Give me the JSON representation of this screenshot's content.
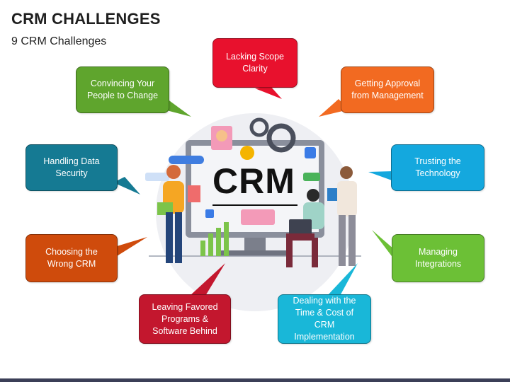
{
  "title": "CRM CHALLENGES",
  "subtitle": "9 CRM Challenges",
  "center_label": "CRM",
  "colors": {
    "green": "#5fa52d",
    "red": "#e8112d",
    "orange": "#f26a21",
    "teal_dark": "#157a93",
    "blue_light": "#14a8de",
    "orange_dark": "#cf4b0c",
    "crimson": "#c3172e",
    "cyan": "#19b7d8",
    "lime": "#6cc036"
  },
  "bubbles": [
    {
      "id": "convincing",
      "line1": "Convincing Your",
      "line2": "People to Change",
      "line3": ""
    },
    {
      "id": "lacking",
      "line1": "Lacking Scope",
      "line2": "Clarity",
      "line3": ""
    },
    {
      "id": "approval",
      "line1": "Getting Approval",
      "line2": "from Management",
      "line3": ""
    },
    {
      "id": "security",
      "line1": "Handling Data",
      "line2": "Security",
      "line3": ""
    },
    {
      "id": "trusting",
      "line1": "Trusting the",
      "line2": "Technology",
      "line3": ""
    },
    {
      "id": "choosing",
      "line1": "Choosing the",
      "line2": "Wrong CRM",
      "line3": ""
    },
    {
      "id": "integrations",
      "line1": "Managing",
      "line2": "Integrations",
      "line3": ""
    },
    {
      "id": "leaving",
      "line1": "Leaving Favored",
      "line2": "Programs &",
      "line3": "Software Behind"
    },
    {
      "id": "timecost",
      "line1": "Dealing with the",
      "line2": "Time & Cost of CRM",
      "line3": "Implementation"
    }
  ]
}
